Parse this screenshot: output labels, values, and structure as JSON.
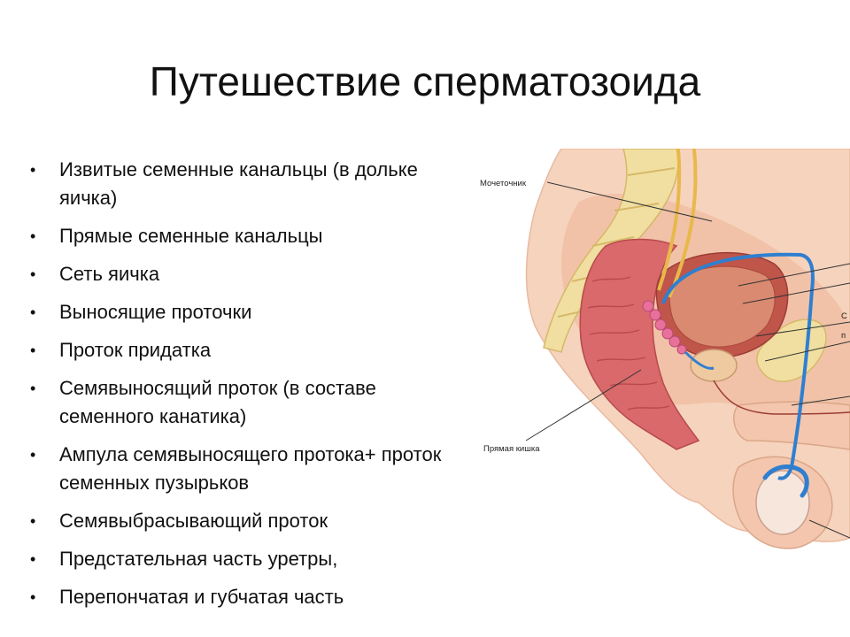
{
  "slide": {
    "title": "Путешествие сперматозоида",
    "bullets": [
      "Извитые семенные канальцы (в дольке  яичка)",
      "Прямые семенные канальцы",
      "Сеть яичка",
      "Выносящие проточки",
      "Проток придатка",
      "Семявыносящий проток (в составе семенного канатика)",
      "Ампула семявыносящего протока+ проток семенных пузырьков",
      "Семявыбрасывающий проток",
      "Предстательная часть уретры,",
      "Перепончатая и губчатая часть"
    ],
    "bullet_glyph": "•"
  },
  "figure": {
    "labels": {
      "ureter": "Мочеточник",
      "rectum": "Прямая кишка",
      "cut_1": "С",
      "cut_2": "п"
    },
    "colors": {
      "skin": "#f6d3bd",
      "rectum": "#d9696a",
      "bladder": "#c0554a",
      "vas_deferens": "#2f7fd0",
      "ureter": "#e8b84a",
      "bone": "#f0dfa0"
    }
  }
}
